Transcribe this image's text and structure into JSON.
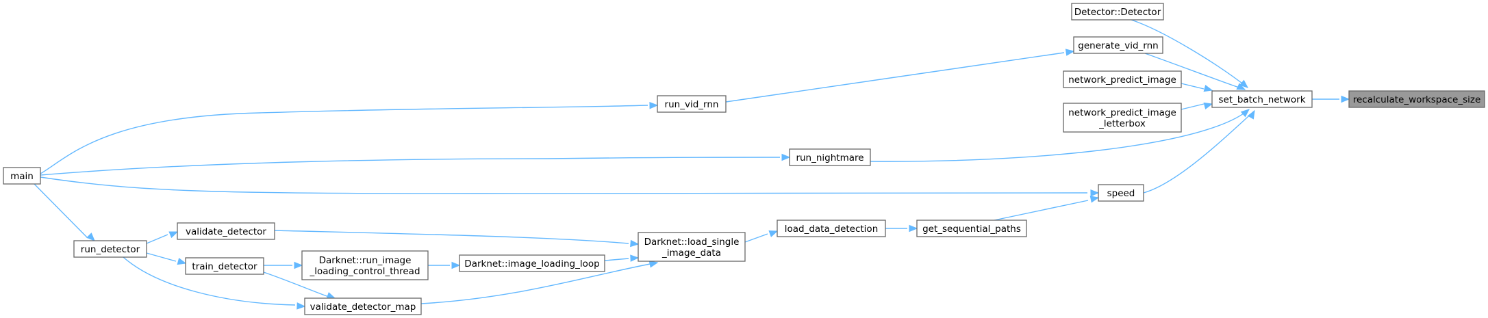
{
  "graph": {
    "title": "",
    "edge_color": "#63b8ff",
    "focus_fill": "#999999",
    "nodes": [
      {
        "id": "recalculate_workspace_size",
        "lines": [
          "recalculate_workspace_size"
        ],
        "focus": true
      },
      {
        "id": "set_batch_network",
        "lines": [
          "set_batch_network"
        ]
      },
      {
        "id": "detector_ctor",
        "lines": [
          "Detector::Detector"
        ]
      },
      {
        "id": "generate_vid_rnn",
        "lines": [
          "generate_vid_rnn"
        ]
      },
      {
        "id": "network_predict_image",
        "lines": [
          "network_predict_image"
        ]
      },
      {
        "id": "network_predict_image_letterbox",
        "lines": [
          "network_predict_image",
          "_letterbox"
        ]
      },
      {
        "id": "run_vid_rnn",
        "lines": [
          "run_vid_rnn"
        ]
      },
      {
        "id": "run_nightmare",
        "lines": [
          "run_nightmare"
        ]
      },
      {
        "id": "speed",
        "lines": [
          "speed"
        ]
      },
      {
        "id": "main",
        "lines": [
          "main"
        ]
      },
      {
        "id": "get_sequential_paths",
        "lines": [
          "get_sequential_paths"
        ]
      },
      {
        "id": "load_data_detection",
        "lines": [
          "load_data_detection"
        ]
      },
      {
        "id": "load_single_image_data",
        "lines": [
          "Darknet::load_single",
          "_image_data"
        ]
      },
      {
        "id": "validate_detector",
        "lines": [
          "validate_detector"
        ]
      },
      {
        "id": "image_loading_loop",
        "lines": [
          "Darknet::image_loading_loop"
        ]
      },
      {
        "id": "run_image_loading_control_thread",
        "lines": [
          "Darknet::run_image",
          "_loading_control_thread"
        ]
      },
      {
        "id": "train_detector",
        "lines": [
          "train_detector"
        ]
      },
      {
        "id": "validate_detector_map",
        "lines": [
          "validate_detector_map"
        ]
      },
      {
        "id": "run_detector",
        "lines": [
          "run_detector"
        ]
      }
    ],
    "edges": [
      {
        "from": "set_batch_network",
        "to": "recalculate_workspace_size"
      },
      {
        "from": "detector_ctor",
        "to": "set_batch_network"
      },
      {
        "from": "generate_vid_rnn",
        "to": "set_batch_network"
      },
      {
        "from": "network_predict_image",
        "to": "set_batch_network"
      },
      {
        "from": "network_predict_image_letterbox",
        "to": "set_batch_network"
      },
      {
        "from": "run_nightmare",
        "to": "set_batch_network"
      },
      {
        "from": "speed",
        "to": "set_batch_network"
      },
      {
        "from": "run_vid_rnn",
        "to": "generate_vid_rnn"
      },
      {
        "from": "main",
        "to": "run_vid_rnn"
      },
      {
        "from": "main",
        "to": "run_nightmare"
      },
      {
        "from": "main",
        "to": "speed"
      },
      {
        "from": "get_sequential_paths",
        "to": "speed"
      },
      {
        "from": "load_data_detection",
        "to": "get_sequential_paths"
      },
      {
        "from": "load_single_image_data",
        "to": "load_data_detection"
      },
      {
        "from": "validate_detector",
        "to": "load_single_image_data"
      },
      {
        "from": "image_loading_loop",
        "to": "load_single_image_data"
      },
      {
        "from": "validate_detector_map",
        "to": "load_single_image_data"
      },
      {
        "from": "run_image_loading_control_thread",
        "to": "image_loading_loop"
      },
      {
        "from": "train_detector",
        "to": "run_image_loading_control_thread"
      },
      {
        "from": "train_detector",
        "to": "validate_detector_map"
      },
      {
        "from": "run_detector",
        "to": "validate_detector"
      },
      {
        "from": "run_detector",
        "to": "train_detector"
      },
      {
        "from": "run_detector",
        "to": "validate_detector_map"
      },
      {
        "from": "main",
        "to": "run_detector"
      }
    ]
  }
}
